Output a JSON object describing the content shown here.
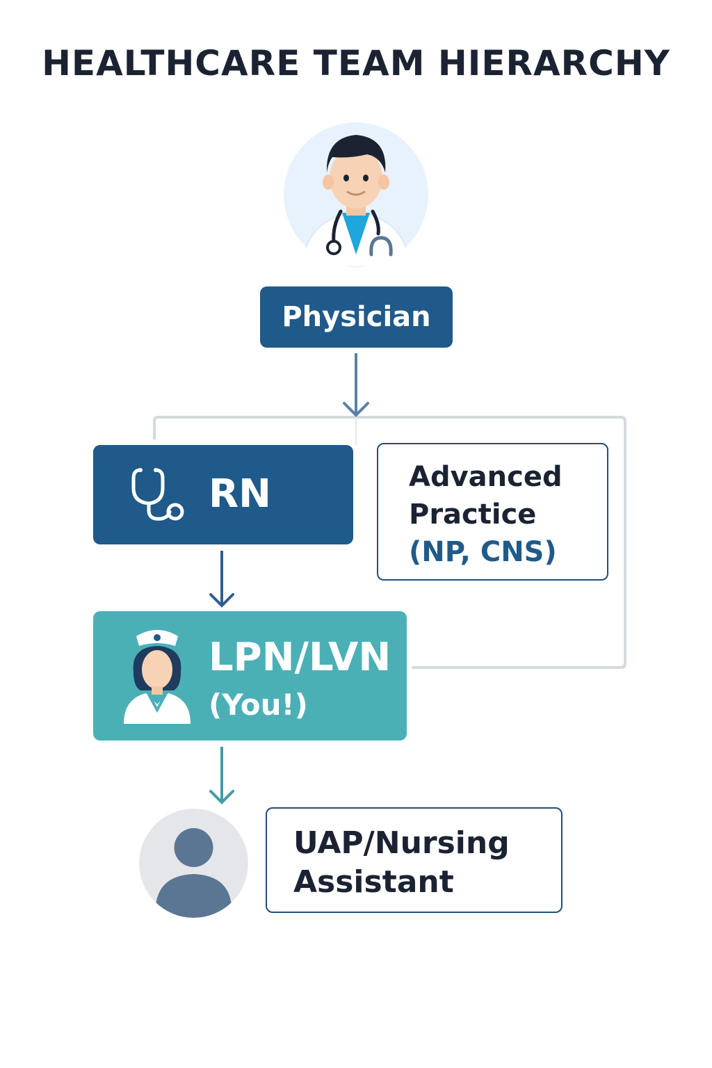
{
  "title": "HEALTHCARE TEAM HIERARCHY",
  "nodes": {
    "physician": {
      "label": "Physician",
      "icon": "doctor-avatar-icon"
    },
    "rn": {
      "label": "RN",
      "icon": "stethoscope-icon"
    },
    "advanced_practice": {
      "line1": "Advanced",
      "line2": "Practice",
      "line3": "(NP, CNS)"
    },
    "lpn": {
      "label": "LPN/LVN",
      "sub": "(You!)",
      "icon": "nurse-icon"
    },
    "uap": {
      "line1": "UAP/Nursing",
      "line2": "Assistant",
      "icon": "person-icon"
    }
  },
  "colors": {
    "dark_blue": "#1f5a8a",
    "teal": "#4bb0b6",
    "outline": "#1f4f7c",
    "connector": "#d6d9de",
    "avatar_bg": "#e8f2fc",
    "person_bg": "#e4e6ea",
    "person_fill": "#5b7693"
  }
}
